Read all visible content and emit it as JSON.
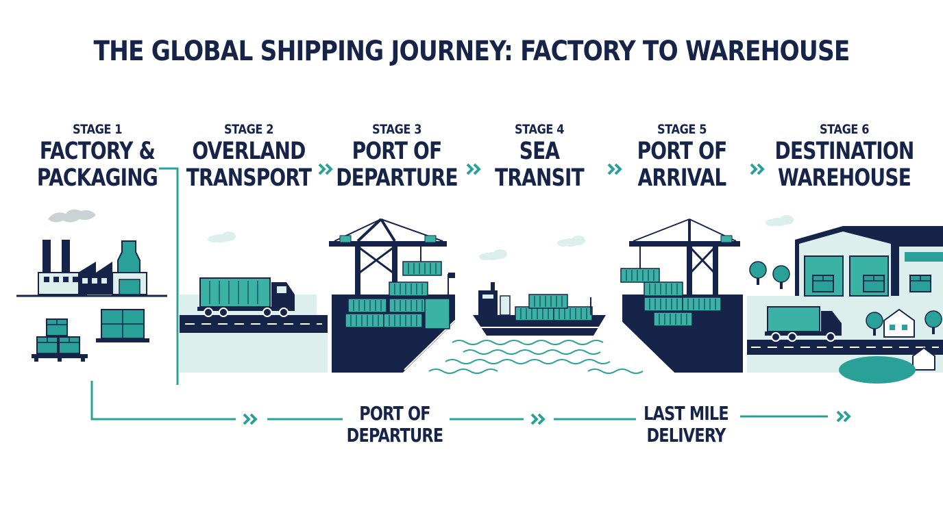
{
  "title": "THE GLOBAL SHIPPING JOURNEY: FACTORY TO WAREHOUSE",
  "stages": [
    {
      "number": "STAGE 1",
      "line1": "FACTORY &",
      "line2": "PACKAGING"
    },
    {
      "number": "STAGE 2",
      "line1": "OVERLAND",
      "line2": "TRANSPORT"
    },
    {
      "number": "STAGE 3",
      "line1": "PORT OF",
      "line2": "DEPARTURE"
    },
    {
      "number": "STAGE 4",
      "line1": "SEA",
      "line2": "TRANSIT"
    },
    {
      "number": "STAGE 5",
      "line1": "PORT OF",
      "line2": "ARRIVAL"
    },
    {
      "number": "STAGE 6",
      "line1": "DESTINATION",
      "line2": "WAREHOUSE"
    }
  ],
  "bottom_flow": [
    {
      "line1": "PORT OF",
      "line2": "DEPARTURE"
    },
    {
      "line1": "LAST MILE",
      "line2": "DELIVERY"
    }
  ],
  "colors": {
    "navy": "#17244a",
    "teal": "#2aa198",
    "teal_light": "#3bb3a4",
    "pale": "#dcefed",
    "grey": "#c9d3d6"
  }
}
